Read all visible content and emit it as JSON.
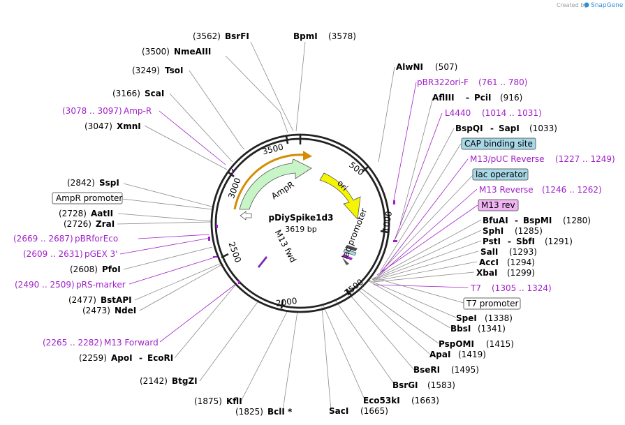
{
  "credit": {
    "prefix": "Created by",
    "brand": "SnapGene"
  },
  "plasmid": {
    "name": "pDiySpike1d3",
    "length": "3619 bp"
  },
  "ticks": [
    "500",
    "1000",
    "1500",
    "2000",
    "2500",
    "3000",
    "3500"
  ],
  "arc_labels": {
    "ampr": "AmpR",
    "ori": "ori",
    "lac": "lac promoter",
    "m13fwd": "M13 fwd"
  },
  "sites": [
    {
      "id": "bsrfi",
      "name": "BsrFI",
      "pos": "(3562)"
    },
    {
      "id": "bpmi",
      "name": "BpmI",
      "pos": "(3578)"
    },
    {
      "id": "nmeaiii",
      "name": "NmeAIII",
      "pos": "(3500)"
    },
    {
      "id": "tsoi",
      "name": "TsoI",
      "pos": "(3249)"
    },
    {
      "id": "scai",
      "name": "ScaI",
      "pos": "(3166)"
    },
    {
      "id": "ampr-primer",
      "name": "Amp-R",
      "pos": "(3078 .. 3097)"
    },
    {
      "id": "xmni",
      "name": "XmnI",
      "pos": "(3047)"
    },
    {
      "id": "sspi",
      "name": "SspI",
      "pos": "(2842)"
    },
    {
      "id": "aatii",
      "name": "AatII",
      "pos": "(2728)"
    },
    {
      "id": "zrai",
      "name": "ZraI",
      "pos": "(2726)"
    },
    {
      "id": "pbrforeco",
      "name": "pBRforEco",
      "pos": "(2669 .. 2687)"
    },
    {
      "id": "pgex3",
      "name": "pGEX 3'",
      "pos": "(2609 .. 2631)"
    },
    {
      "id": "pfoi",
      "name": "PfoI",
      "pos": "(2608)"
    },
    {
      "id": "prs-marker",
      "name": "pRS-marker",
      "pos": "(2490 .. 2509)"
    },
    {
      "id": "bstapi",
      "name": "BstAPI",
      "pos": "(2477)"
    },
    {
      "id": "ndei",
      "name": "NdeI",
      "pos": "(2473)"
    },
    {
      "id": "m13forward",
      "name": "M13 Forward",
      "pos": "(2265 .. 2282)"
    },
    {
      "id": "apoi",
      "name": "ApoI",
      "sep": "-",
      "name2": "EcoRI",
      "pos": "(2259)"
    },
    {
      "id": "btgzi",
      "name": "BtgZI",
      "pos": "(2142)"
    },
    {
      "id": "kfli",
      "name": "KflI",
      "pos": "(1875)"
    },
    {
      "id": "bcli",
      "name": "BclI *",
      "pos": "(1825)"
    },
    {
      "id": "saci",
      "name": "SacI",
      "pos": "(1665)"
    },
    {
      "id": "eco53ki",
      "name": "Eco53kI",
      "pos": "(1663)"
    },
    {
      "id": "bsrgi",
      "name": "BsrGI",
      "pos": "(1583)"
    },
    {
      "id": "bseri",
      "name": "BseRI",
      "pos": "(1495)"
    },
    {
      "id": "apai",
      "name": "ApaI",
      "pos": "(1419)"
    },
    {
      "id": "pspomi",
      "name": "PspOMI",
      "pos": "(1415)"
    },
    {
      "id": "bbsi",
      "name": "BbsI",
      "pos": "(1341)"
    },
    {
      "id": "spei",
      "name": "SpeI",
      "pos": "(1338)"
    },
    {
      "id": "alwni",
      "name": "AlwNI",
      "pos": "(507)"
    },
    {
      "id": "pbr322ori",
      "name": "pBR322ori-F",
      "pos": "(761 .. 780)"
    },
    {
      "id": "afliii",
      "name": "AflIII",
      "sep": "-",
      "name2": "PciI",
      "pos": "(916)"
    },
    {
      "id": "l4440",
      "name": "L4440",
      "pos": "(1014 .. 1031)"
    },
    {
      "id": "bspqi",
      "name": "BspQI",
      "sep": "-",
      "name2": "SapI",
      "pos": "(1033)"
    },
    {
      "id": "m13puc",
      "name": "M13/pUC Reverse",
      "pos": "(1227 .. 1249)"
    },
    {
      "id": "m13reverse",
      "name": "M13 Reverse",
      "pos": "(1246 .. 1262)"
    },
    {
      "id": "bfuai",
      "name": "BfuAI",
      "sep": "-",
      "name2": "BspMI",
      "pos": "(1280)"
    },
    {
      "id": "sphi",
      "name": "SphI",
      "pos": "(1285)"
    },
    {
      "id": "psti",
      "name": "PstI",
      "sep": "-",
      "name2": "SbfI",
      "pos": "(1291)"
    },
    {
      "id": "sali",
      "name": "SalI",
      "pos": "(1293)"
    },
    {
      "id": "acci",
      "name": "AccI",
      "pos": "(1294)"
    },
    {
      "id": "xbai",
      "name": "XbaI",
      "pos": "(1299)"
    },
    {
      "id": "t7",
      "name": "T7",
      "pos": "(1305 .. 1324)"
    }
  ],
  "boxes": [
    {
      "id": "ampr-promoter",
      "text": "AmpR promoter"
    },
    {
      "id": "cap-site",
      "text": "CAP binding site"
    },
    {
      "id": "lac-operator",
      "text": "lac operator"
    },
    {
      "id": "m13rev",
      "text": "M13 rev"
    },
    {
      "id": "t7-promoter",
      "text": "T7 promoter"
    }
  ],
  "colors": {
    "purple": "#a020c8",
    "ampr_fill": "#c8f5c8",
    "ori_fill": "#f5f500",
    "cyan_box": "#a6d8e8",
    "magenta_box": "#f0b4f4",
    "orange": "#d48c00"
  }
}
